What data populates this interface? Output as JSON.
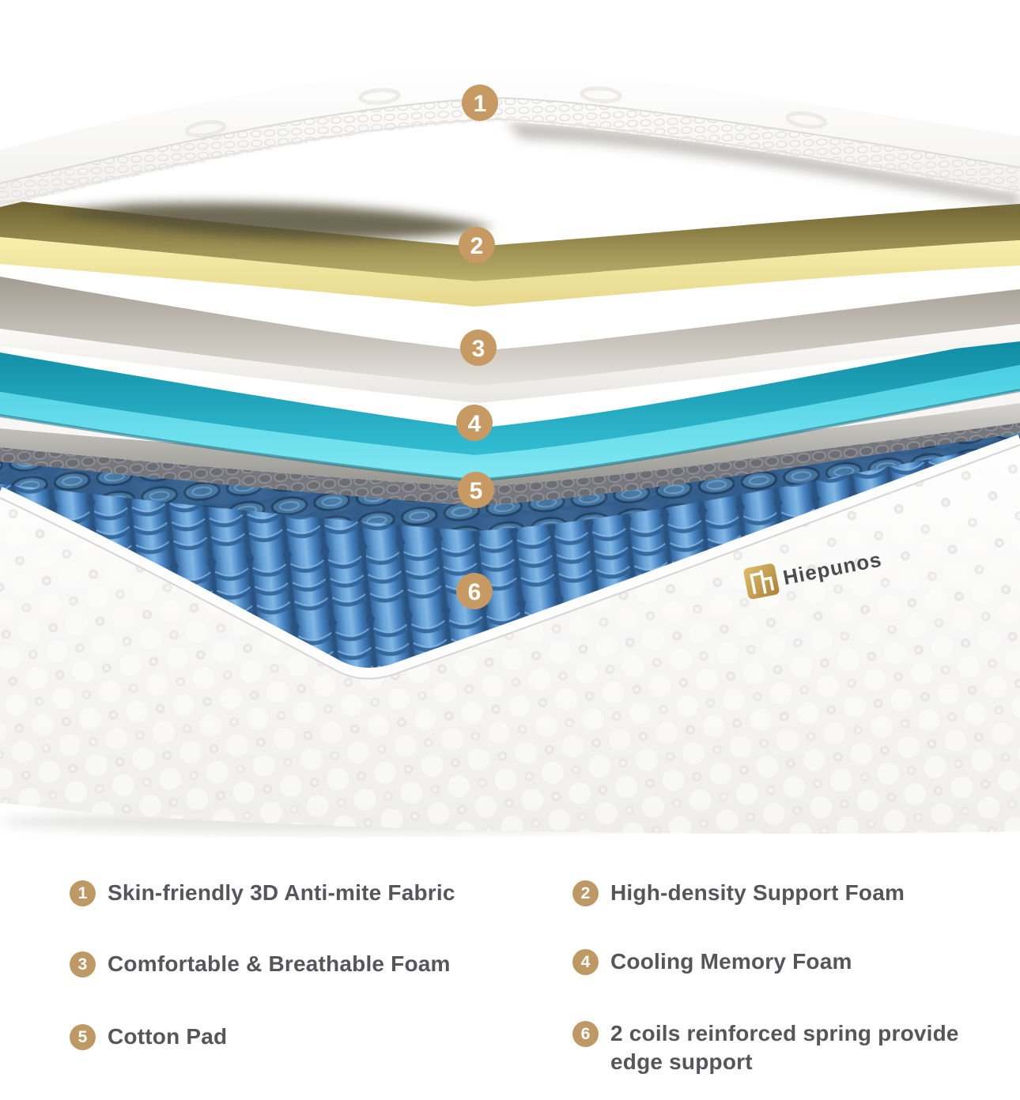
{
  "brand": {
    "name": "Hiepunos",
    "logo_icon": "gold-square-monogram"
  },
  "markers": [
    {
      "num": "1"
    },
    {
      "num": "2"
    },
    {
      "num": "3"
    },
    {
      "num": "4"
    },
    {
      "num": "5"
    },
    {
      "num": "6"
    }
  ],
  "legend": {
    "items": [
      {
        "num": "1",
        "label": "Skin-friendly 3D Anti-mite Fabric"
      },
      {
        "num": "2",
        "label": "High-density Support Foam"
      },
      {
        "num": "3",
        "label": "Comfortable & Breathable Foam"
      },
      {
        "num": "4",
        "label": "Cooling Memory Foam"
      },
      {
        "num": "5",
        "label": "Cotton Pad"
      },
      {
        "num": "6",
        "label": "2 coils reinforced spring provide edge support"
      }
    ]
  },
  "colors": {
    "marker_badge": "#c89a63",
    "legend_badge": "#bf9965",
    "legend_text": "#56565a",
    "top_fabric_white": "#ffffff",
    "support_foam_yellow": "#f2e8a6",
    "breathable_foam_gray": "#dedbd4",
    "memory_foam_cyan": "#36c2d6",
    "cotton_pad_gray": "#aaa7a1",
    "spring_fabric_blue": "#4286c8",
    "mattress_side_white": "#fafafa",
    "logo_gold": "#c9a254"
  }
}
